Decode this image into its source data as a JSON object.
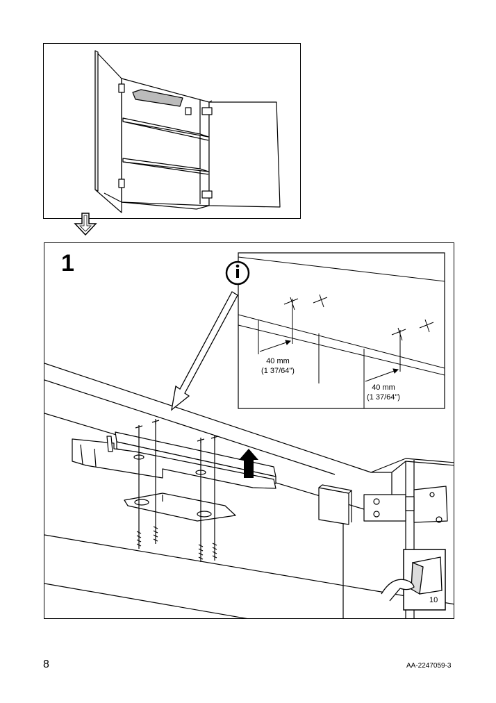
{
  "step": {
    "number": "1"
  },
  "info_callout": {
    "icon": "info-icon",
    "dimension_1": {
      "metric": "40 mm",
      "imperial": "(1 37/64\")"
    },
    "dimension_2": {
      "metric": "40 mm",
      "imperial": "(1 37/64\")"
    }
  },
  "reference_sticker": {
    "icon": "peel-sticker-icon",
    "page": "10"
  },
  "footer": {
    "page_number": "8",
    "document_code": "AA-2247059-3"
  }
}
